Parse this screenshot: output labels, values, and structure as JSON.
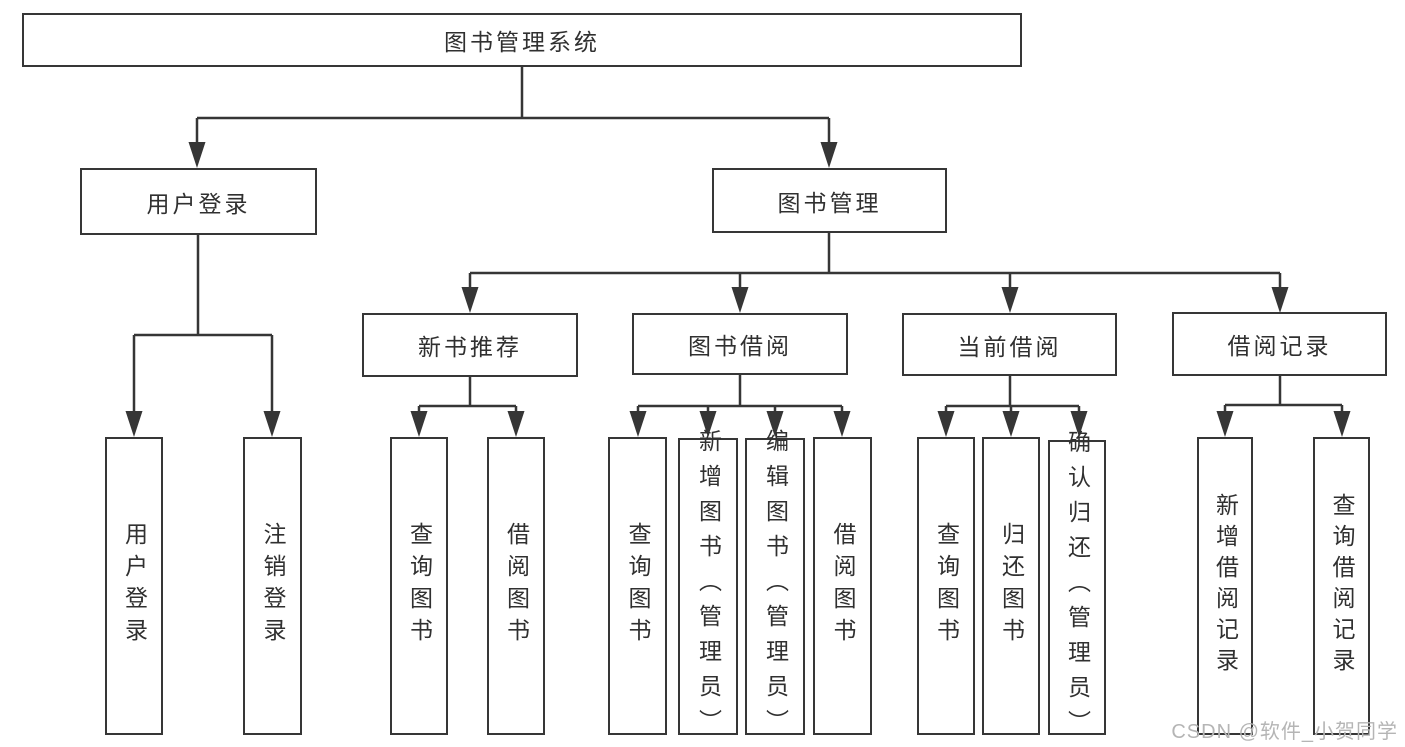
{
  "colors": {
    "line": "#363636",
    "box_border": "#363636",
    "text": "#303030",
    "watermark": "#b5b5b5",
    "background": "#ffffff"
  },
  "tree": {
    "root": "图书管理系统",
    "children": [
      {
        "label": "用户登录",
        "children": [
          {
            "label": "用户登录"
          },
          {
            "label": "注销登录"
          }
        ]
      },
      {
        "label": "图书管理",
        "children": [
          {
            "label": "新书推荐",
            "children": [
              {
                "label": "查询图书"
              },
              {
                "label": "借阅图书"
              }
            ]
          },
          {
            "label": "图书借阅",
            "children": [
              {
                "label": "查询图书"
              },
              {
                "label": "新增图书（管理员）"
              },
              {
                "label": "编辑图书（管理员）"
              },
              {
                "label": "借阅图书"
              }
            ]
          },
          {
            "label": "当前借阅",
            "children": [
              {
                "label": "查询图书"
              },
              {
                "label": "归还图书"
              },
              {
                "label": "确认归还（管理员）"
              }
            ]
          },
          {
            "label": "借阅记录",
            "children": [
              {
                "label": "新增借阅记录"
              },
              {
                "label": "查询借阅记录"
              }
            ]
          }
        ]
      }
    ]
  },
  "watermark": {
    "text": "CSDN @软件_小贺同学"
  }
}
